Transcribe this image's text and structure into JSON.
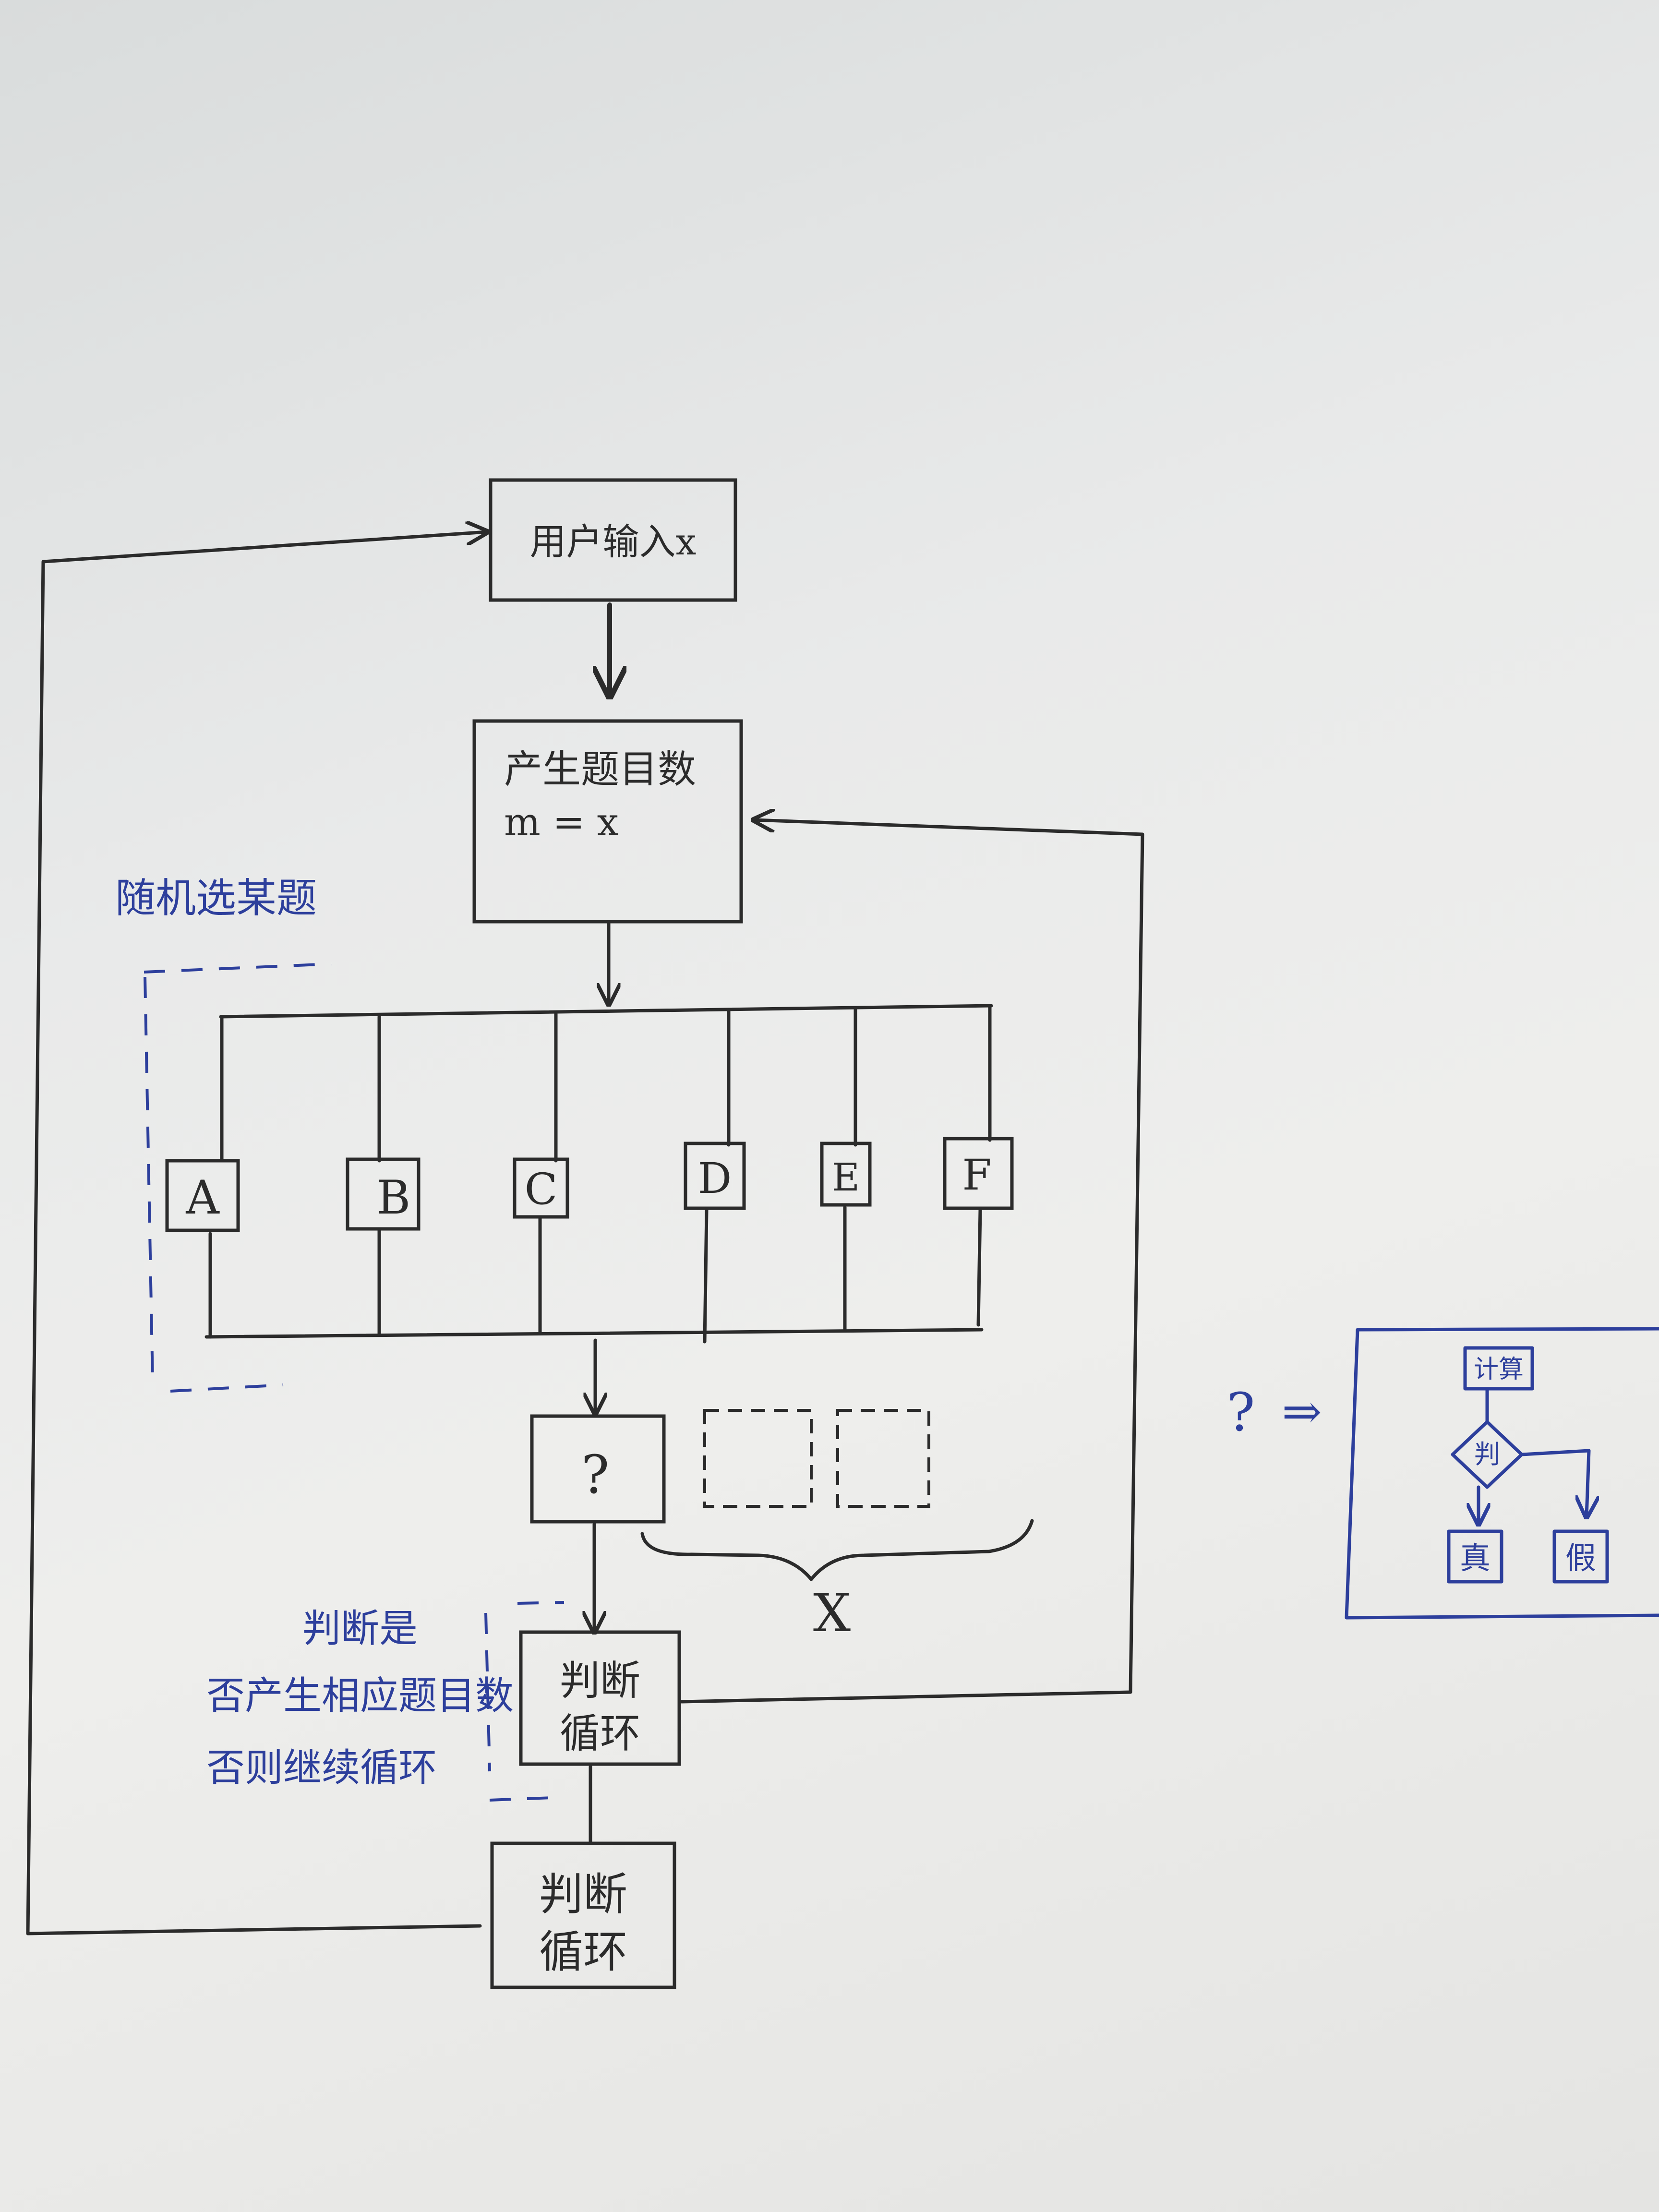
{
  "diagram": {
    "input_box": "用户输入x",
    "generate_box": {
      "line1": "产生题目数",
      "line2": "m = x"
    },
    "random_label": "随机选某题",
    "choices": [
      "A",
      "B",
      "C",
      "D",
      "E",
      "F"
    ],
    "question_mark": "?",
    "brace_label": "X",
    "judge_box": {
      "line1": "判断",
      "line2": "循环"
    },
    "judge_note": {
      "line1": "判断是",
      "line2": "否产生相应题目数",
      "line3": "否则继续循环"
    },
    "final_box": {
      "line1": "判断",
      "line2": "循环"
    },
    "side_note": {
      "question_mark": "?",
      "arrow": "⇒",
      "compute": "计算",
      "decision": "判",
      "true_label": "真",
      "false_label": "假"
    }
  }
}
